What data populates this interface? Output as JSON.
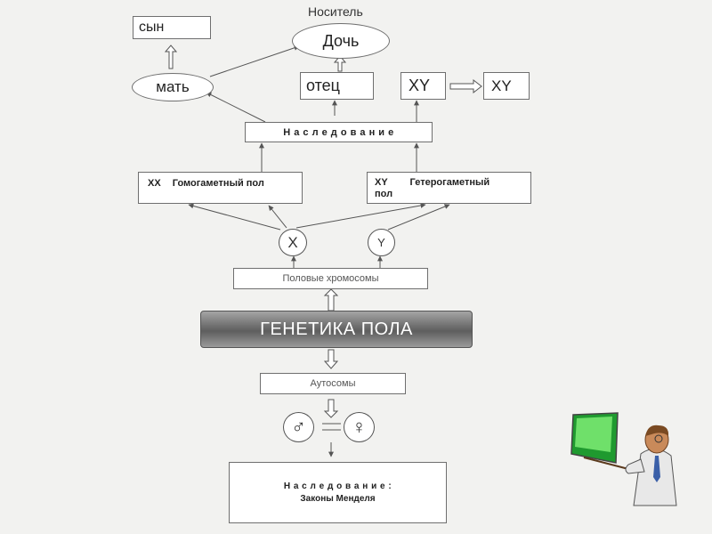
{
  "diagram": {
    "top_label": "Носитель",
    "son": "сын",
    "daughter": "Дочь",
    "mother": "мать",
    "father": "отец",
    "xy_left": "XY",
    "xy_right": "XY",
    "inheritance": "Н а с л е д о в а н и е",
    "homogametic_code": "XX",
    "homogametic_label": "Гомогаметный пол",
    "heterogametic_code": "XY",
    "heterogametic_label": "Гетерогаметный",
    "heterogametic_label2": "пол",
    "chrom_x": "X",
    "chrom_y": "Y",
    "sex_chromosomes": "Половые хромосомы",
    "main_title": "ГЕНЕТИКА ПОЛА",
    "autosomes": "Аутосомы",
    "male_symbol": "♂",
    "female_symbol": "♀",
    "mendel_line1": "Н а с л е д о в а н и е :",
    "mendel_line2": "Законы Менделя"
  }
}
